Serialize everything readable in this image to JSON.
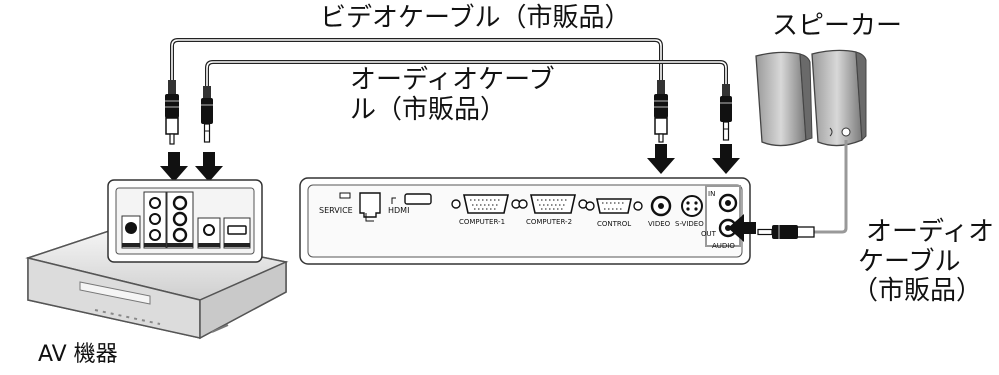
{
  "labels": {
    "video_cable": "ビデオケーブル（市販品）",
    "audio_cable_top_line1": "オーディオケーブ",
    "audio_cable_top_line2": "ル（市販品）",
    "speaker": "スピーカー",
    "audio_cable_right_line1": "オーディオ",
    "audio_cable_right_line2": "ケーブル",
    "audio_cable_right_line3": "（市販品）",
    "av_device": "AV 機器"
  },
  "projector_ports": {
    "service": "SERVICE",
    "hdmi": "HDMI",
    "computer1": "COMPUTER-1",
    "computer2": "COMPUTER-2",
    "control": "CONTROL",
    "video": "VIDEO",
    "svideo": "S-VIDEO",
    "in": "IN",
    "out": "OUT",
    "audio": "AUDIO"
  },
  "icons": [
    "cable-line",
    "rca-plug-icon",
    "minijack-plug-icon",
    "down-arrow-icon",
    "left-arrow-icon",
    "speaker-icon",
    "dvd-player-icon",
    "projector-panel-icon"
  ]
}
